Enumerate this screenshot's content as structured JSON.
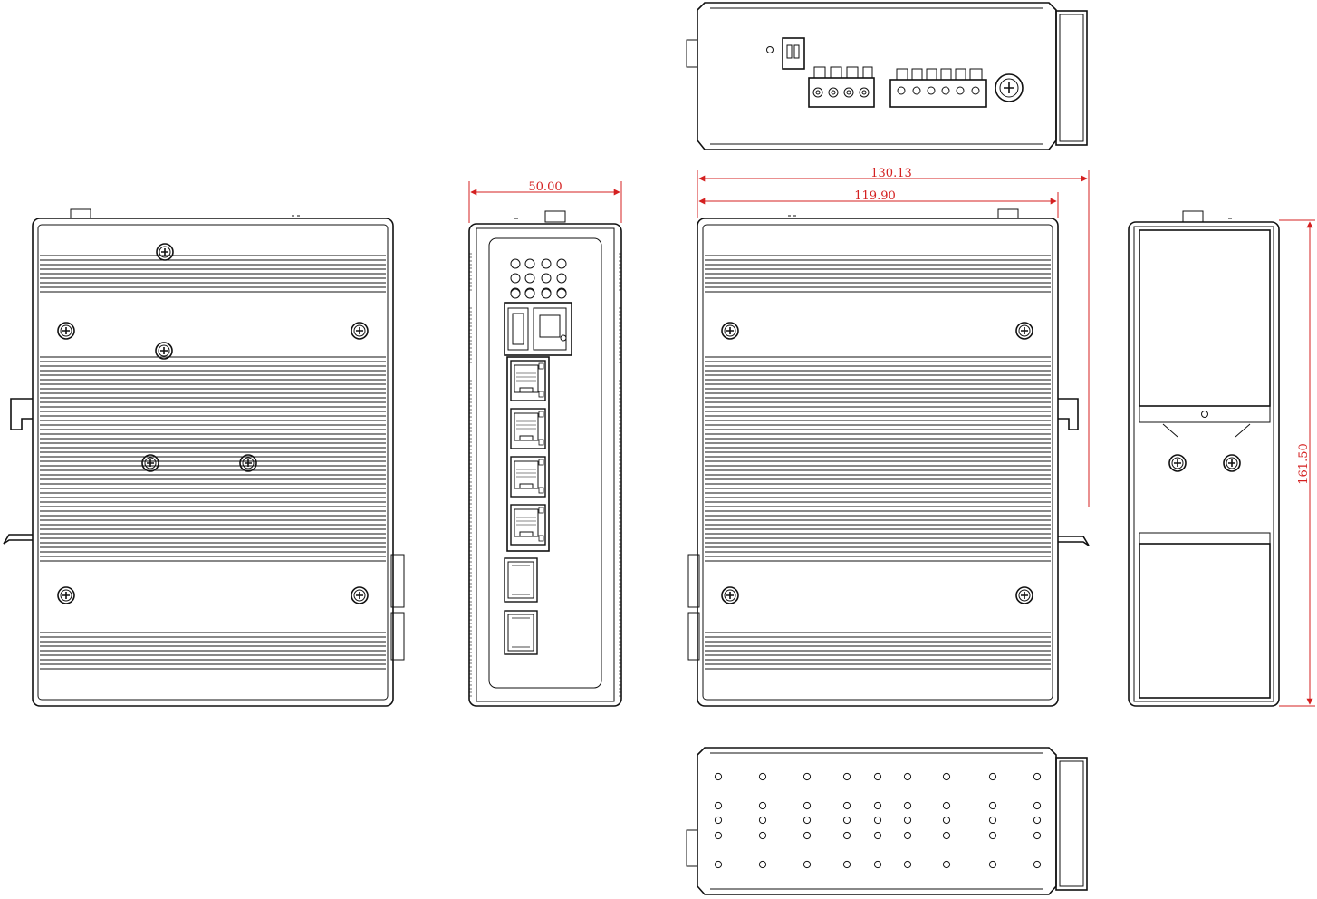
{
  "dimensions": {
    "front_width": "50.00",
    "overall_depth": "130.13",
    "body_depth": "119.90",
    "height": "161.50"
  },
  "colors": {
    "line": "#111111",
    "dimension": "#d42020",
    "background": "#ffffff"
  },
  "views": [
    "rear-view",
    "front-panel-view",
    "side-view",
    "end-view",
    "top-view",
    "bottom-view"
  ]
}
